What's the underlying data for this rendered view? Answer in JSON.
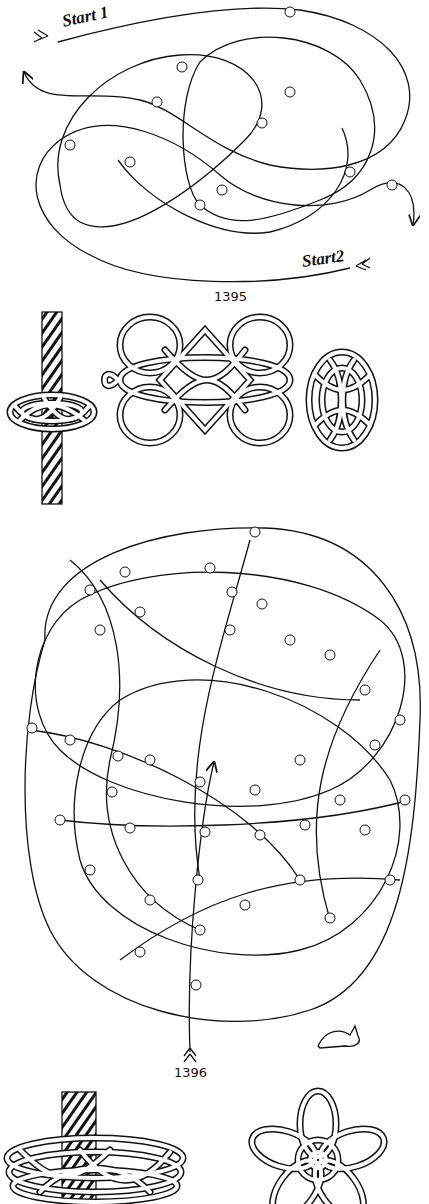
{
  "diagram": {
    "labels": [
      "Start 1",
      "Start2",
      "1395",
      "1396"
    ]
  }
}
